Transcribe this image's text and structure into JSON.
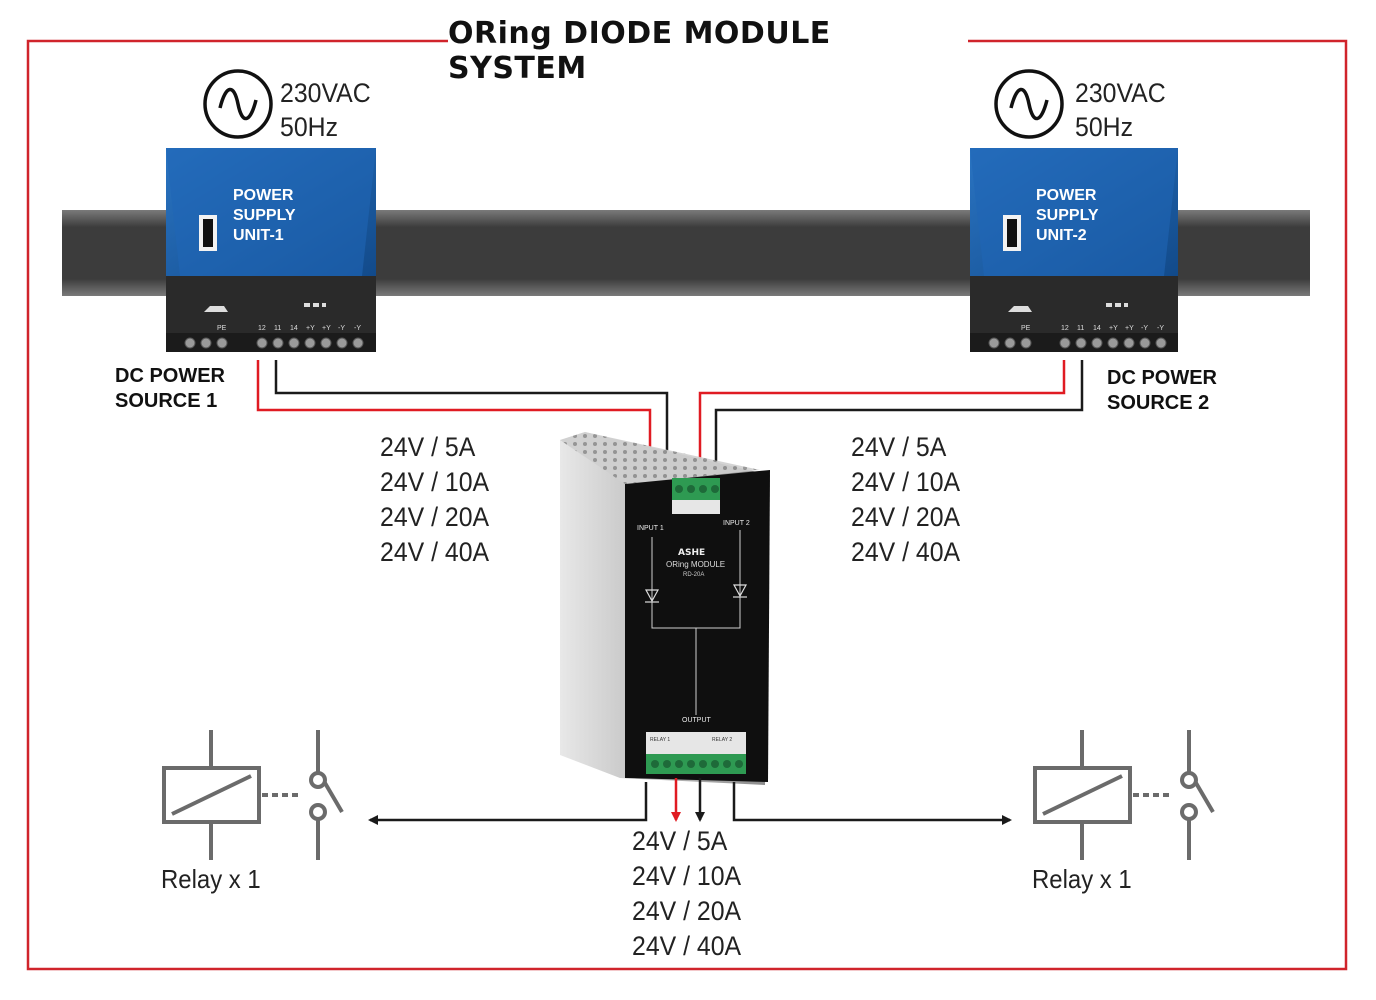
{
  "title": "ORing DIODE MODULE SYSTEM",
  "colors": {
    "frame": "#d0242b",
    "psu_blue": "#1d5fa8",
    "rail": "#444444",
    "wire_positive": "#e01b22",
    "wire_negative": "#1a1a1a",
    "terminal_green": "#2e9a52"
  },
  "psu_left": {
    "ac_voltage": "230VAC",
    "ac_frequency": "50Hz",
    "label_lines": [
      "POWER",
      "SUPPLY",
      "UNIT-1"
    ],
    "terminal_labels": [
      "PE",
      "12",
      "11",
      "14",
      "+Y",
      "+Y",
      "-Y",
      "-Y"
    ],
    "source_lines": [
      "DC POWER",
      "SOURCE 1"
    ]
  },
  "psu_right": {
    "ac_voltage": "230VAC",
    "ac_frequency": "50Hz",
    "label_lines": [
      "POWER",
      "SUPPLY",
      "UNIT-2"
    ],
    "terminal_labels": [
      "PE",
      "12",
      "11",
      "14",
      "+Y",
      "+Y",
      "-Y",
      "-Y"
    ],
    "source_lines": [
      "DC POWER",
      "SOURCE 2"
    ]
  },
  "ratings_input_left": [
    "24V / 5A",
    "24V / 10A",
    "24V / 20A",
    "24V / 40A"
  ],
  "ratings_input_right": [
    "24V / 5A",
    "24V / 10A",
    "24V / 20A",
    "24V / 40A"
  ],
  "ratings_output": [
    "24V / 5A",
    "24V / 10A",
    "24V / 20A",
    "24V / 40A"
  ],
  "module": {
    "input1_label": "INPUT 1",
    "input2_label": "INPUT 2",
    "brand": "ASHE",
    "name": "ORing MODULE",
    "model": "RD-20A",
    "output_label": "OUTPUT",
    "relay1_label": "RELAY 1",
    "relay2_label": "RELAY 2"
  },
  "relay_left_label": "Relay x 1",
  "relay_right_label": "Relay x 1"
}
